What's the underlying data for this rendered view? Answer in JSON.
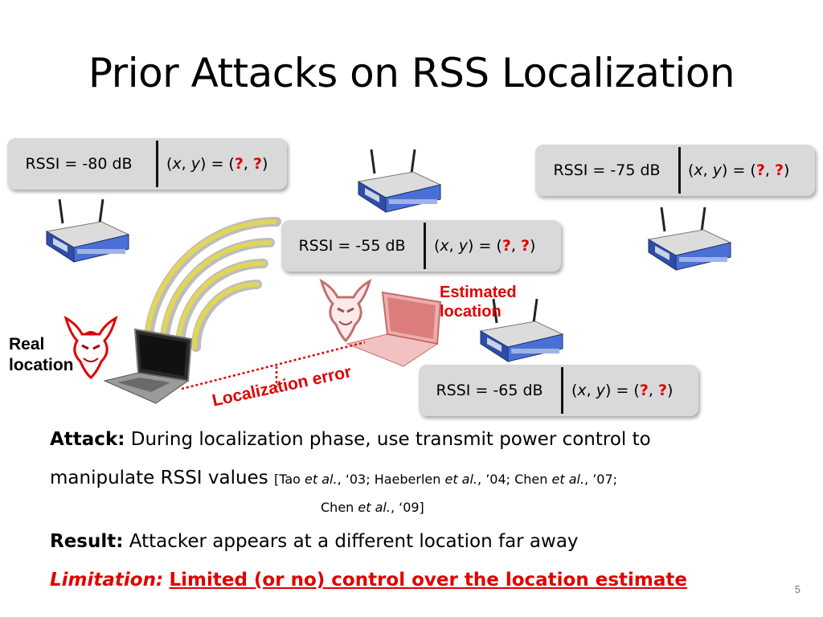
{
  "slide": {
    "title": "Prior Attacks on RSS Localization",
    "page_number": "5"
  },
  "rssi_boxes": [
    {
      "rssi": "RSSI = -80 dB",
      "x": "x",
      "y": "y",
      "q": "?"
    },
    {
      "rssi": "RSSI = -75 dB",
      "x": "x",
      "y": "y",
      "q": "?"
    },
    {
      "rssi": "RSSI = -55 dB",
      "x": "x",
      "y": "y",
      "q": "?"
    },
    {
      "rssi": "RSSI = -65 dB",
      "x": "x",
      "y": "y",
      "q": "?"
    }
  ],
  "labels": {
    "real_location_1": "Real",
    "real_location_2": "location",
    "estimated_1": "Estimated",
    "estimated_2": "location",
    "localization_error": "Localization error"
  },
  "body": {
    "attack_label": "Attack:",
    "attack_text_1": "During localization phase, use transmit power control to",
    "attack_text_2": "manipulate RSSI values",
    "cite_1": "[Tao ",
    "cite_etal": "et al.",
    "cite_2": ", ‘03; Haeberlen ",
    "cite_3": ", ’04; Chen ",
    "cite_4": ", ’07;",
    "cite_5": "Chen ",
    "cite_6": ", ‘09]",
    "result_label": "Result:",
    "result_text": "Attacker appears at a different location far away",
    "limitation_label": "Limitation:",
    "limitation_text": "Limited (or no) control over the location estimate"
  },
  "colors": {
    "accent_red": "#e00000",
    "box_gray": "#d9d9d9",
    "router_blue": "#3f64c8",
    "signal_yellow": "#e6d84a"
  }
}
